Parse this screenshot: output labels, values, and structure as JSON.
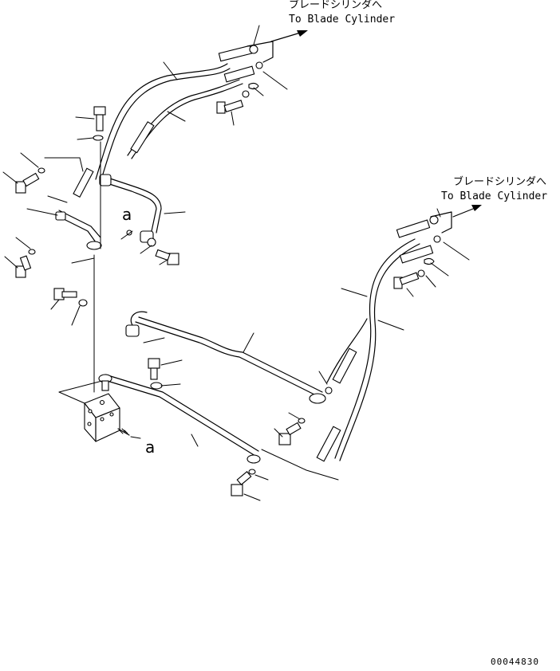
{
  "callouts": {
    "top_jp": "ブレードシリンダへ",
    "top_en": "To Blade Cylinder",
    "right_jp": "ブレードシリンダへ",
    "right_en": "To Blade Cylinder"
  },
  "refs": {
    "a_upper": "a",
    "a_lower": "a"
  },
  "drawing_code": "00044830"
}
